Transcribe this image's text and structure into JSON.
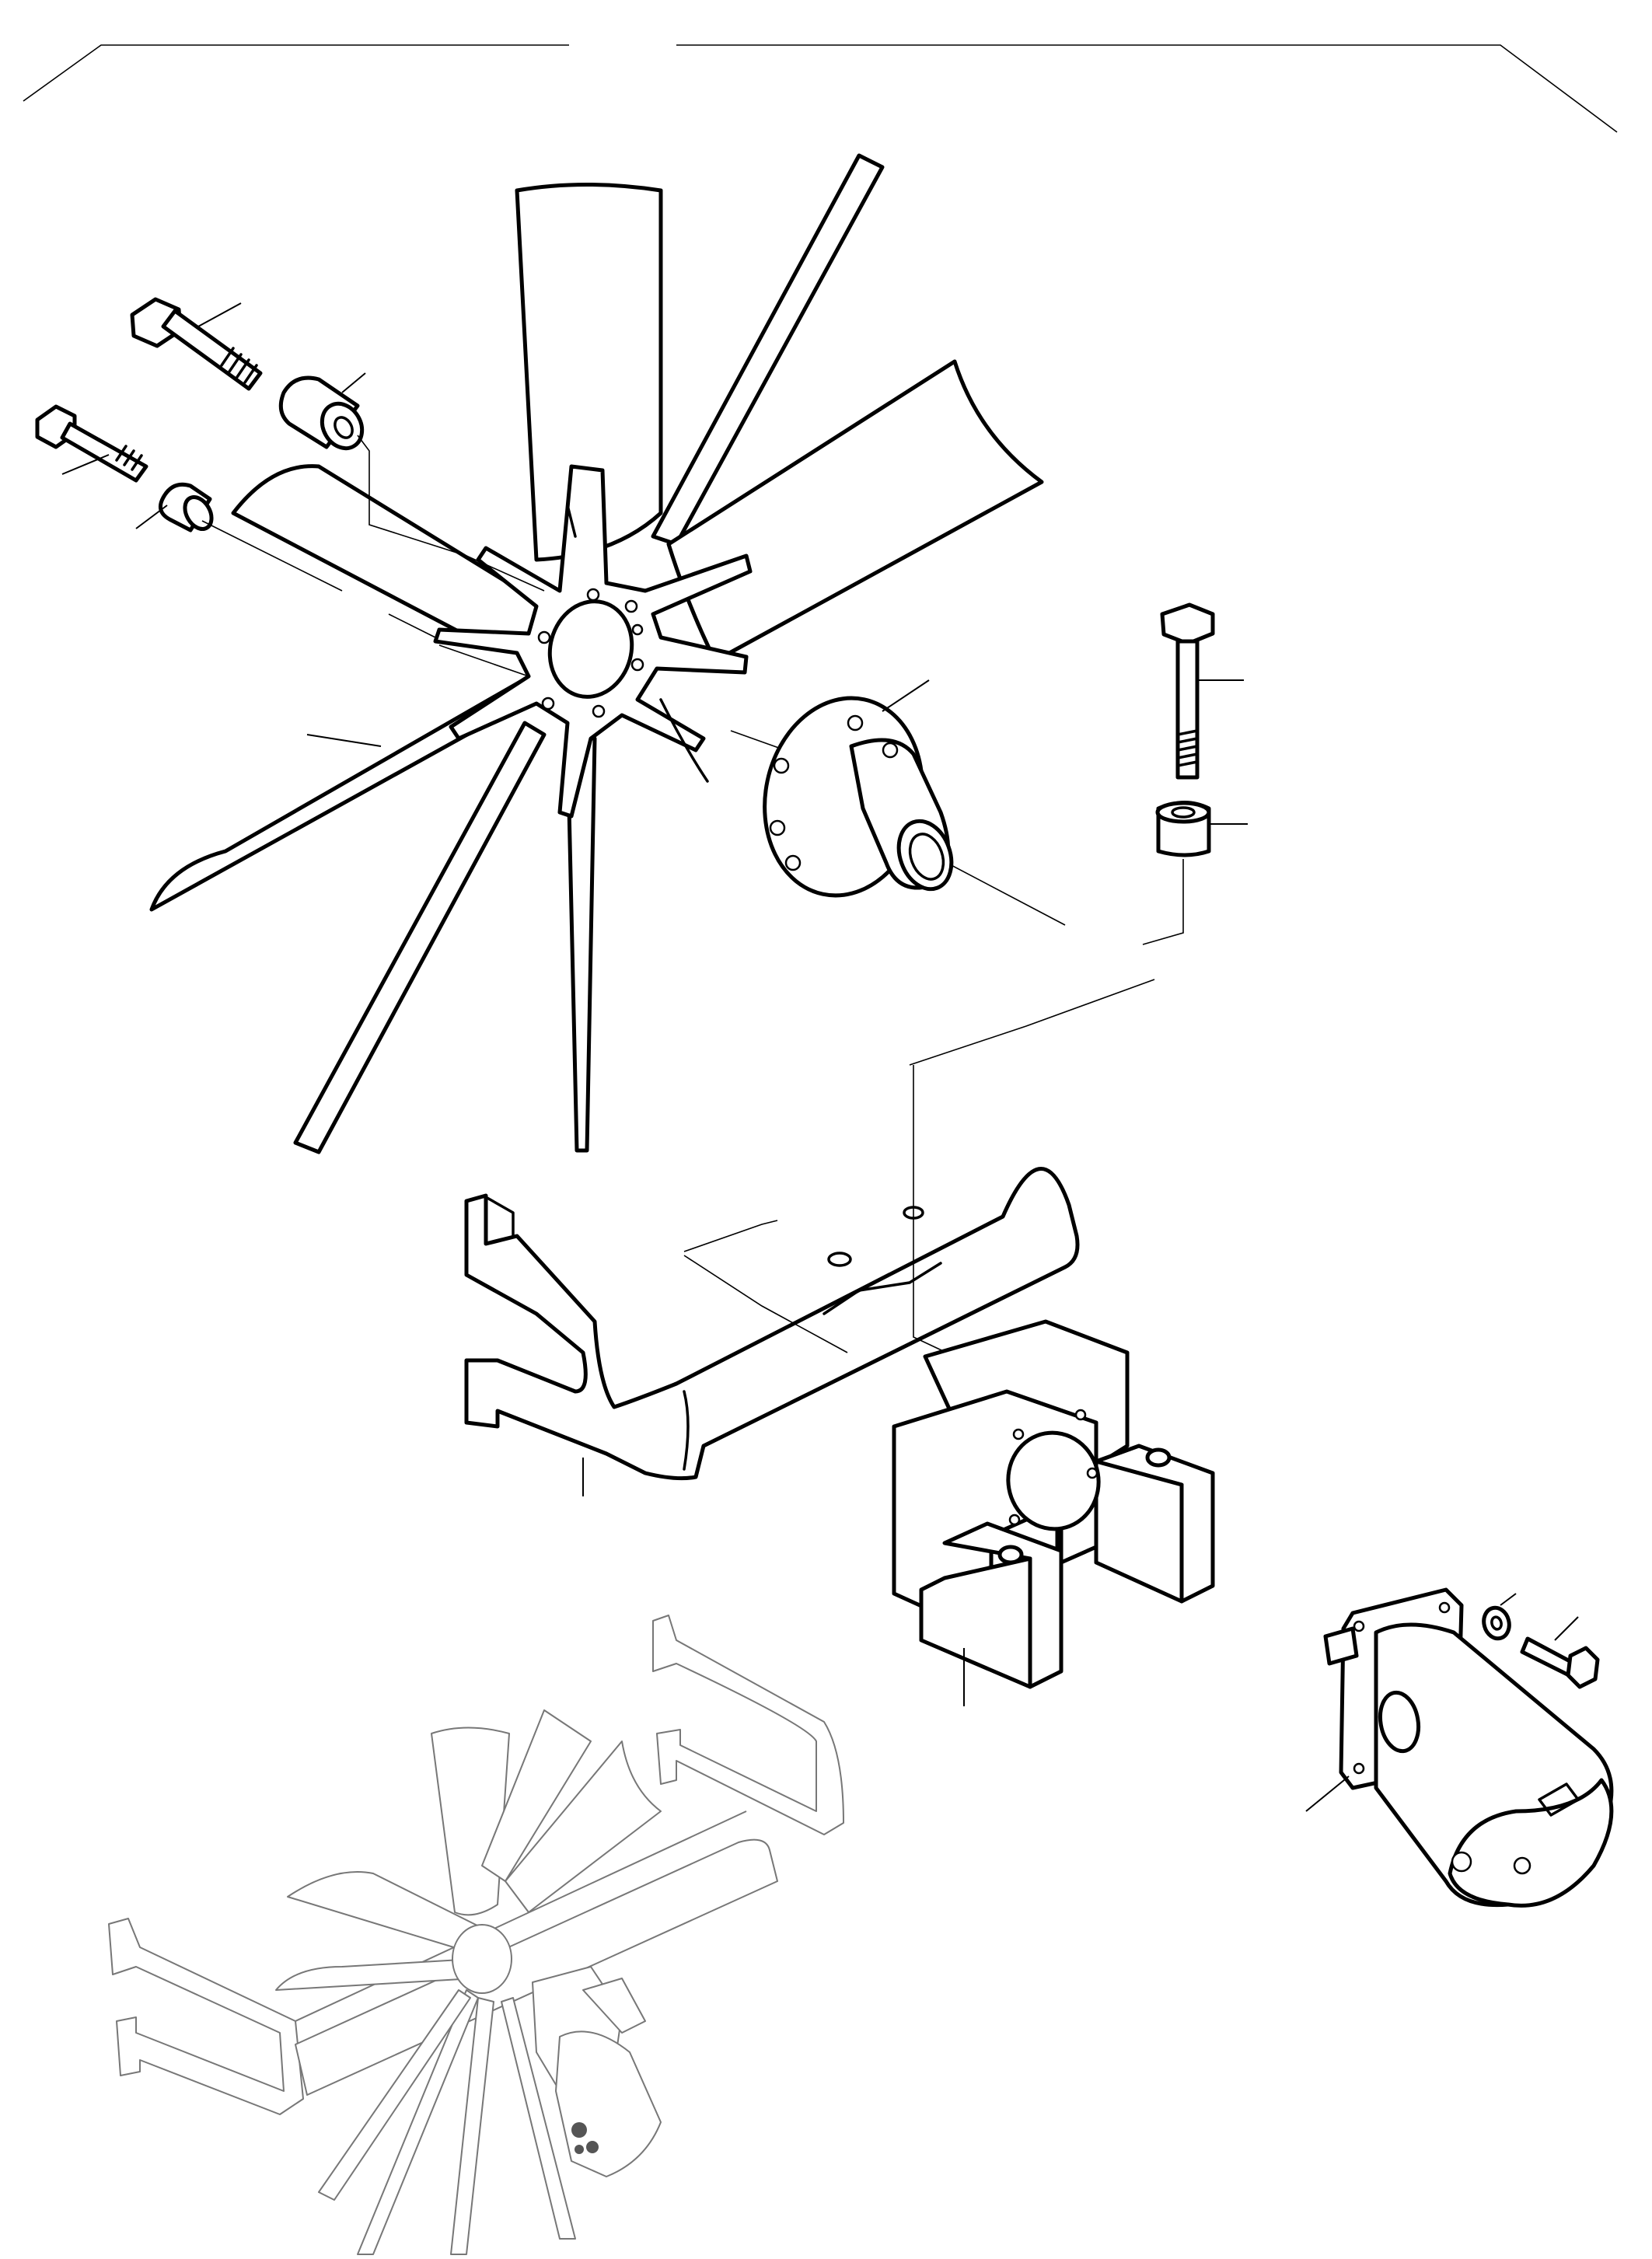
{
  "drawing": {
    "kind": "exploded parts drawing",
    "line_color": "#000000",
    "background": "#ffffff",
    "parts": [
      {
        "id": "fan",
        "icon": "fan-icon"
      },
      {
        "id": "hub",
        "icon": "hub-icon"
      },
      {
        "id": "long-bolt",
        "icon": "bolt-icon"
      },
      {
        "id": "long-bolt-spacer",
        "icon": "spacer-icon"
      },
      {
        "id": "short-bolt",
        "icon": "bolt-icon"
      },
      {
        "id": "short-bolt-spacer",
        "icon": "spacer-icon"
      },
      {
        "id": "vertical-bolt",
        "icon": "bolt-icon"
      },
      {
        "id": "vertical-spacer",
        "icon": "spacer-icon"
      },
      {
        "id": "support-frame",
        "icon": "frame-icon"
      },
      {
        "id": "motor-mount-block",
        "icon": "mount-block-icon"
      },
      {
        "id": "hydraulic-motor",
        "icon": "hydraulic-motor-icon"
      },
      {
        "id": "washer",
        "icon": "washer-icon"
      },
      {
        "id": "motor-bolt",
        "icon": "bolt-icon"
      },
      {
        "id": "assembly-overview",
        "icon": "assembly-icon"
      }
    ]
  }
}
